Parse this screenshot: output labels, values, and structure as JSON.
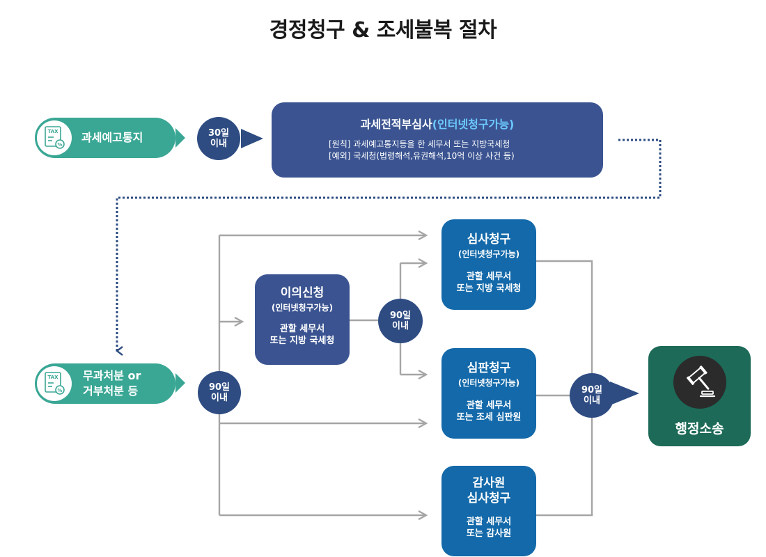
{
  "title": "경정청구 & 조세불복 절차",
  "notice_tax": {
    "icon": "tax-document-icon",
    "icon_label": "TAX",
    "label": "과세예고통지"
  },
  "notice_disposition": {
    "icon": "tax-document-icon",
    "icon_label": "TAX",
    "line1": "무과처분 or",
    "line2": "거부처분 등"
  },
  "badge_30": {
    "line1": "30일",
    "line2": "이내"
  },
  "badge_90_a": {
    "line1": "90일",
    "line2": "이내"
  },
  "badge_90_b": {
    "line1": "90일",
    "line2": "이내"
  },
  "badge_90_c": {
    "line1": "90일",
    "line2": "이내"
  },
  "pre_review": {
    "title_main": "과세전적부심사",
    "title_highlight": "(인터넷청구가능)",
    "line1": "[원칙] 과세예고통지등을 한 세무서 또는 지방국세청",
    "line2": "[예외] 국세청(법령해석,유권해석,10억 이상 사건 등)"
  },
  "objection": {
    "title": "이의신청",
    "sub": "(인터넷청구가능)",
    "office1": "관할 세무서",
    "office2": "또는 지방 국세청"
  },
  "review": {
    "title": "심사청구",
    "sub": "(인터넷청구가능)",
    "office1": "관할 세무서",
    "office2": "또는 지방 국세청"
  },
  "tribunal": {
    "title": "심판청구",
    "sub": "(인터넷청구가능)",
    "office1": "관할 세무서",
    "office2": "또는 조세 심판원"
  },
  "audit": {
    "title1": "감사원",
    "title2": "심사청구",
    "office1": "관할 세무서",
    "office2": "또는 감사원"
  },
  "litigation": {
    "icon": "gavel-icon",
    "label": "행정소송"
  },
  "colors": {
    "teal": "#3aa795",
    "navy": "#2e4c82",
    "box_dark": "#3b5491",
    "box_blue": "#1369a9",
    "green": "#1c6a57",
    "line_gray": "#a5a5a5",
    "highlight": "#6cc9ff"
  }
}
